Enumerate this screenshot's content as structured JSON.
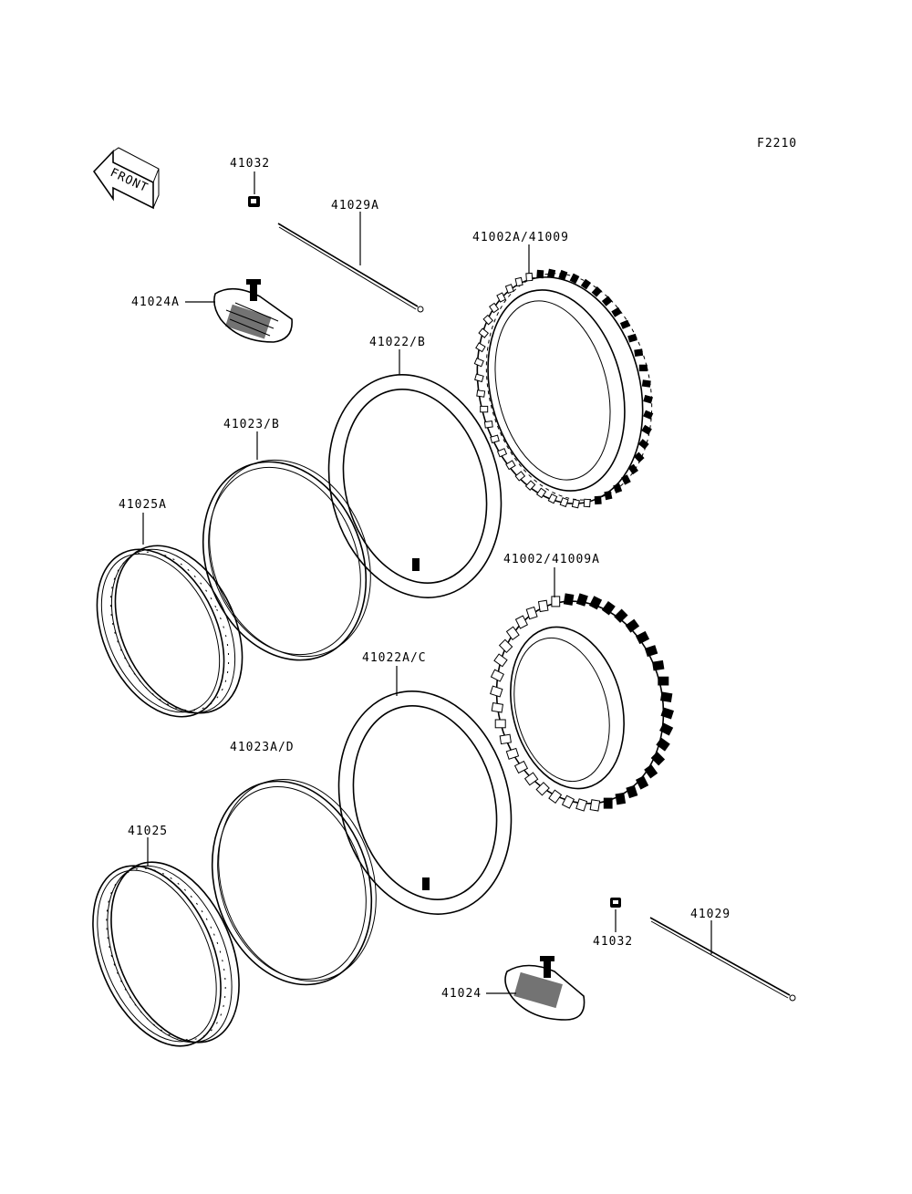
{
  "figure_code": "F2210",
  "front_label": "FRONT",
  "colors": {
    "line": "#000000",
    "background": "#ffffff"
  },
  "parts": {
    "p41032_top": "41032",
    "p41029A": "41029A",
    "p41002A_41009": "41002A/41009",
    "p41024A": "41024A",
    "p41022_B": "41022/B",
    "p41023_B": "41023/B",
    "p41025A": "41025A",
    "p41002_41009A": "41002/41009A",
    "p41022A_C": "41022A/C",
    "p41023A_D": "41023A/D",
    "p41025": "41025",
    "p41029": "41029",
    "p41032_bottom": "41032",
    "p41024": "41024"
  }
}
